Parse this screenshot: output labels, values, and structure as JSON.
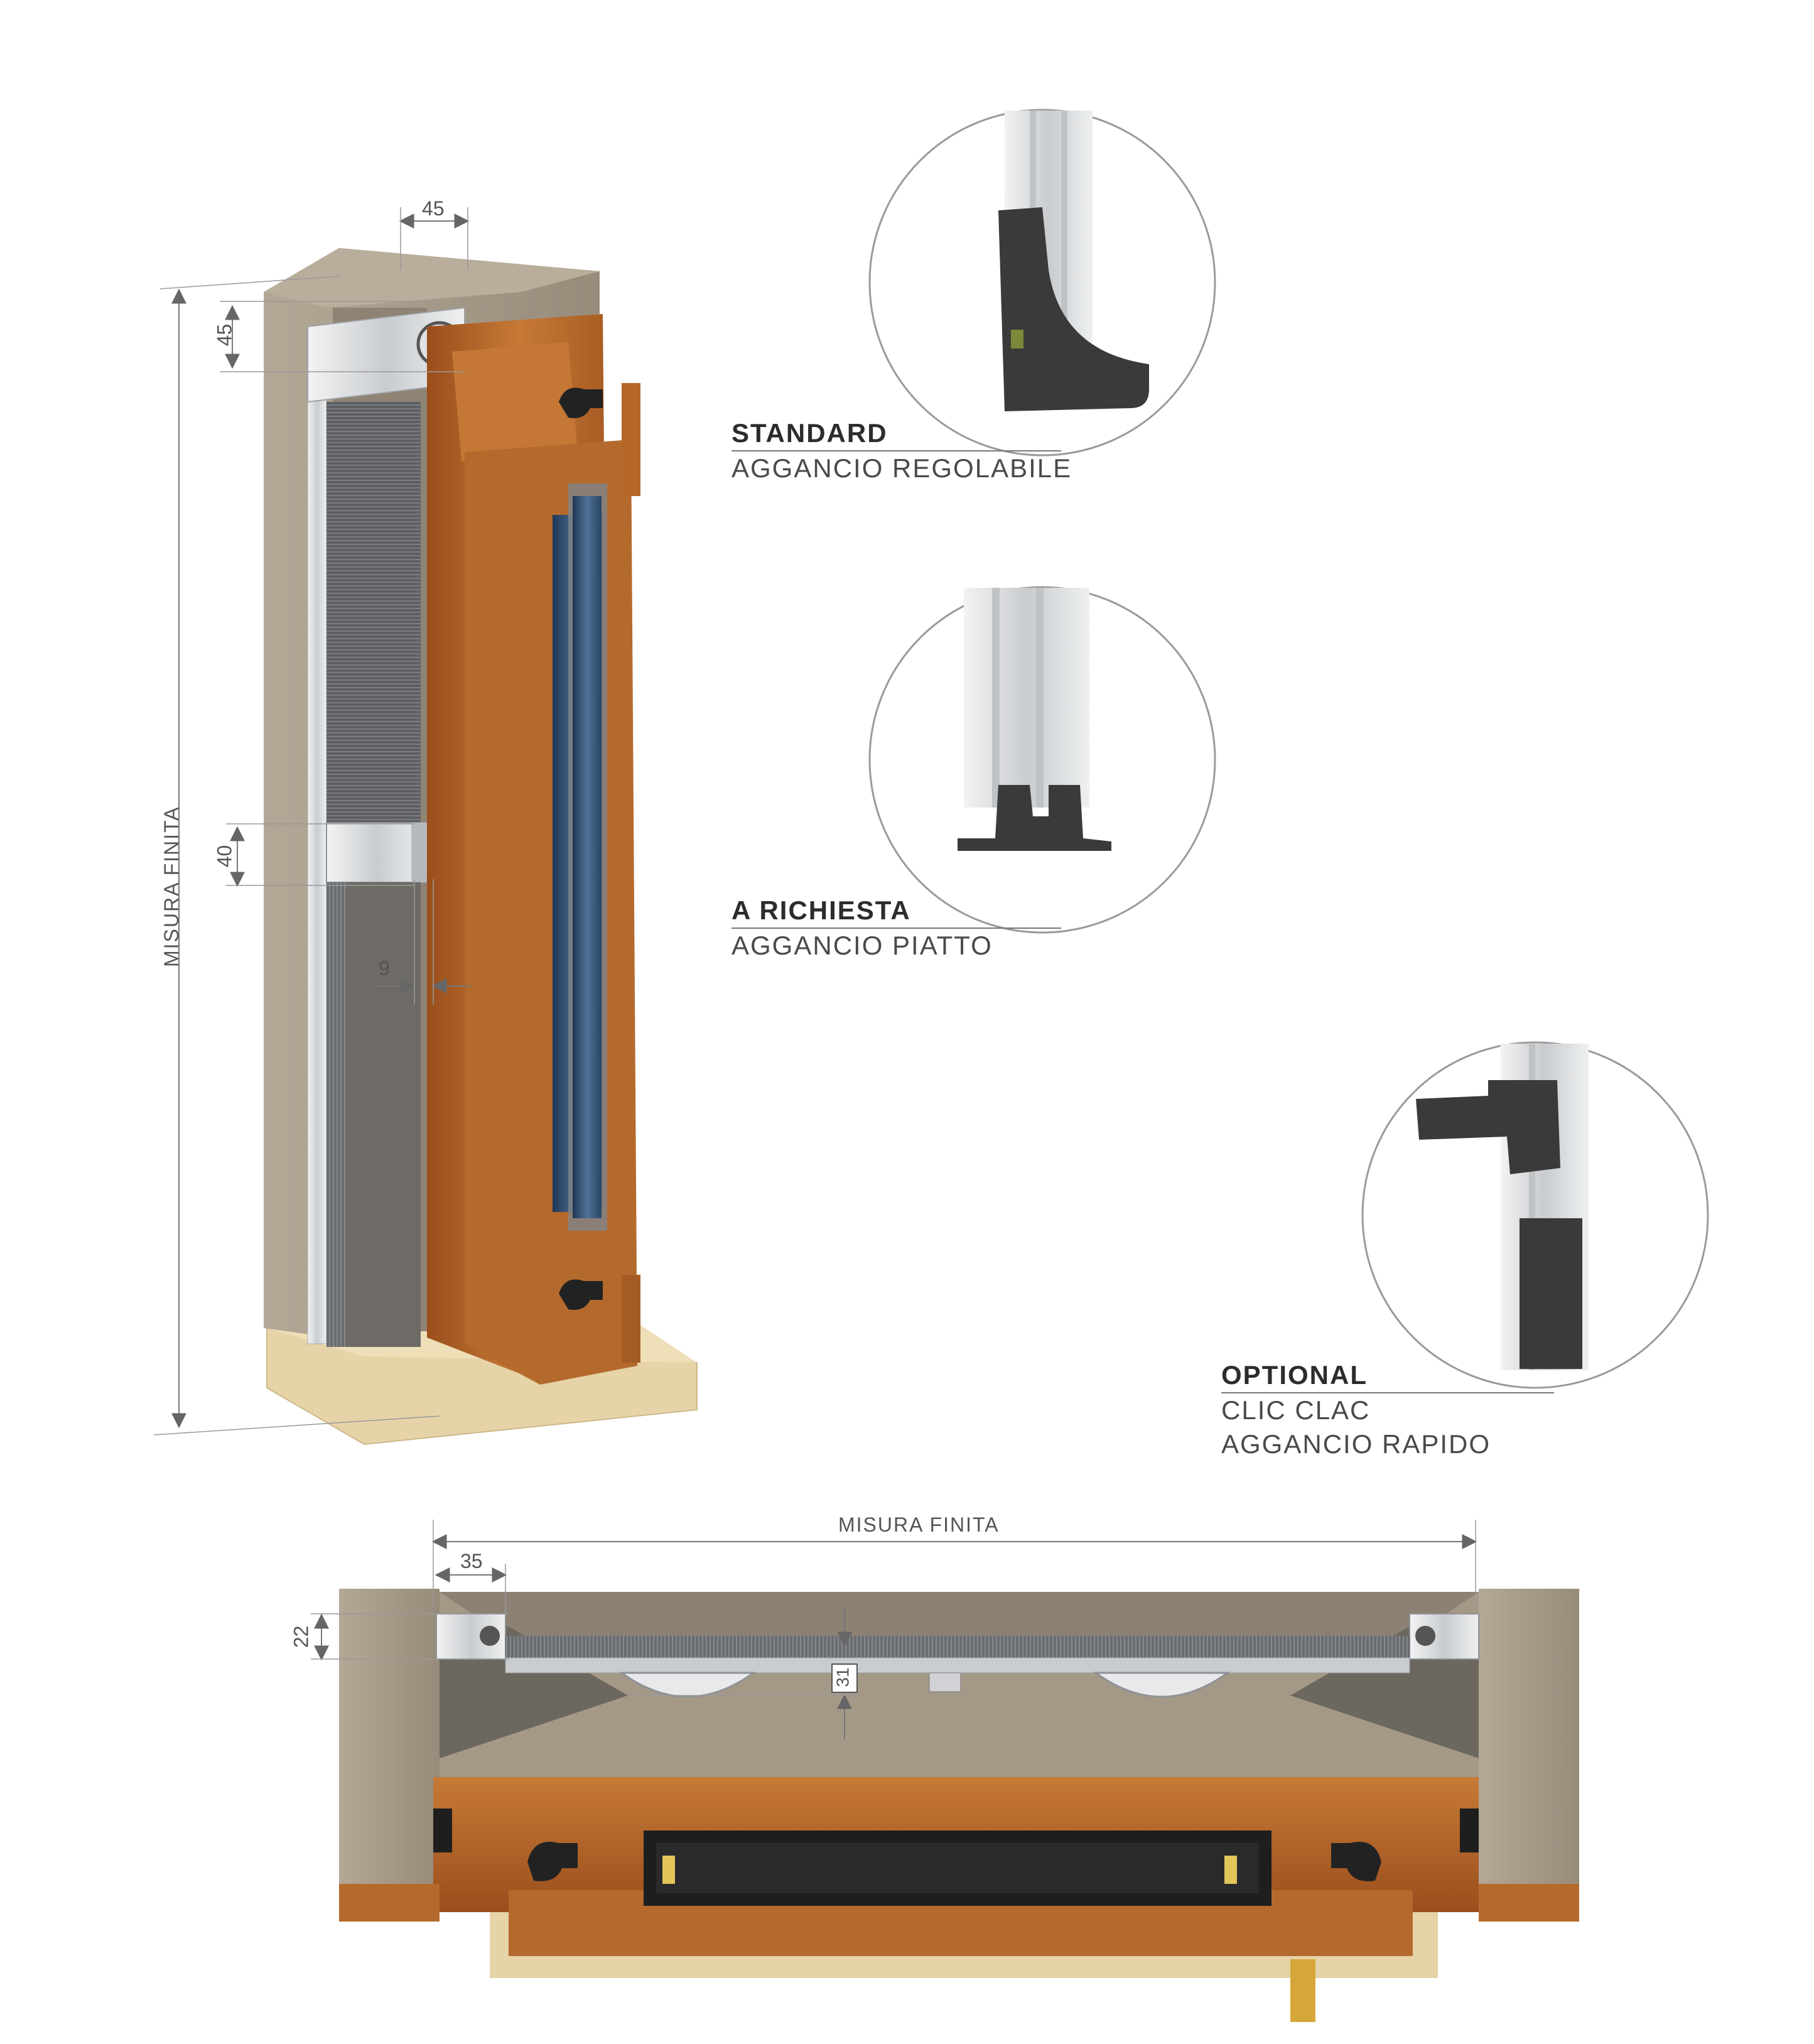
{
  "vertical_section": {
    "height_label": "MISURA FINITA",
    "dim_top": "45",
    "dim_side": "45",
    "dim_bar": "40",
    "dim_gap": "9"
  },
  "horizontal_section": {
    "width_label": "MISURA FINITA",
    "dim_left": "35",
    "dim_height": "22",
    "dim_depth": "31"
  },
  "options": [
    {
      "title": "STANDARD",
      "lines": [
        "AGGANCIO REGOLABILE"
      ]
    },
    {
      "title": "A RICHIESTA",
      "lines": [
        "AGGANCIO PIATTO"
      ]
    },
    {
      "title": "OPTIONAL",
      "lines": [
        "CLIC CLAC",
        "AGGANCIO RAPIDO"
      ]
    }
  ],
  "colors": {
    "wood": "#b8662a",
    "wood_dark": "#8a4515",
    "concrete": "#a69a8a",
    "floor": "#e8d6b0",
    "aluminium": "#d8dadc",
    "hook": "#3a3a3a",
    "glass": "#2c4a6e"
  }
}
